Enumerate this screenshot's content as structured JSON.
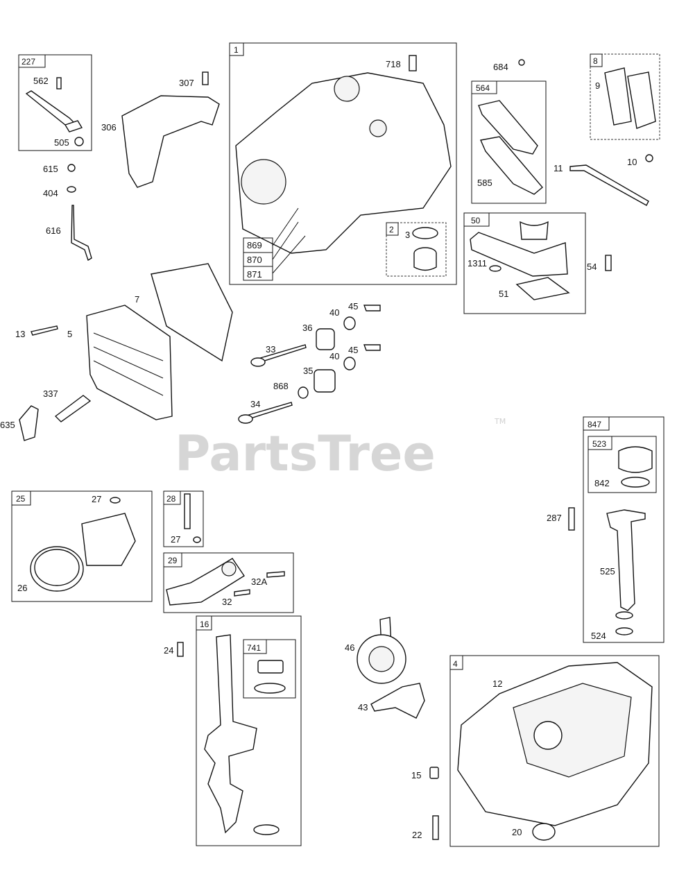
{
  "watermark": {
    "text": "PartsTree",
    "trademark": "TM"
  },
  "boxes": {
    "b227": "227",
    "b1": "1",
    "b564": "564",
    "b8": "8",
    "b2": "2",
    "b50": "50",
    "b847": "847",
    "b523": "523",
    "b25": "25",
    "b28": "28",
    "b29": "29",
    "b16": "16",
    "b741": "741",
    "b4": "4"
  },
  "labels": {
    "p562": "562",
    "p505": "505",
    "p615": "615",
    "p404": "404",
    "p616": "616",
    "p307": "307",
    "p306": "306",
    "p718": "718",
    "p869": "869",
    "p870": "870",
    "p871": "871",
    "p3": "3",
    "p684": "684",
    "p585": "585",
    "p9": "9",
    "p11": "11",
    "p10": "10",
    "p1311": "1311",
    "p51": "51",
    "p54": "54",
    "p7": "7",
    "p13": "13",
    "p5": "5",
    "p337": "337",
    "p635": "635",
    "p40a": "40",
    "p45a": "45",
    "p36": "36",
    "p33": "33",
    "p40b": "40",
    "p45b": "45",
    "p35": "35",
    "p868": "868",
    "p34": "34",
    "p842": "842",
    "p287": "287",
    "p525": "525",
    "p524": "524",
    "p27a": "27",
    "p26": "26",
    "p27b": "27",
    "p32A": "32A",
    "p32": "32",
    "p24": "24",
    "p46": "46",
    "p43": "43",
    "p12": "12",
    "p15": "15",
    "p22": "22",
    "p20": "20"
  }
}
